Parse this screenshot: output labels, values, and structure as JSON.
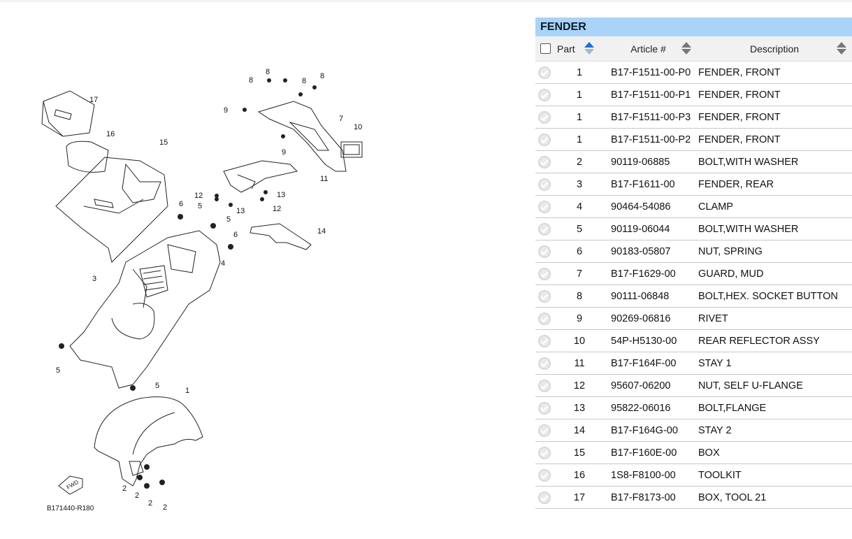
{
  "diagram": {
    "code": "B171440-R180",
    "fwd": "FWD",
    "callouts": [
      {
        "label": "1"
      },
      {
        "label": "2"
      },
      {
        "label": "2"
      },
      {
        "label": "2"
      },
      {
        "label": "2"
      },
      {
        "label": "3"
      },
      {
        "label": "4"
      },
      {
        "label": "5"
      },
      {
        "label": "5"
      },
      {
        "label": "5"
      },
      {
        "label": "5"
      },
      {
        "label": "6"
      },
      {
        "label": "6"
      },
      {
        "label": "7"
      },
      {
        "label": "8"
      },
      {
        "label": "8"
      },
      {
        "label": "8"
      },
      {
        "label": "8"
      },
      {
        "label": "9"
      },
      {
        "label": "9"
      },
      {
        "label": "10"
      },
      {
        "label": "11"
      },
      {
        "label": "12"
      },
      {
        "label": "12"
      },
      {
        "label": "13"
      },
      {
        "label": "13"
      },
      {
        "label": "14"
      },
      {
        "label": "15"
      },
      {
        "label": "16"
      },
      {
        "label": "17"
      }
    ]
  },
  "table": {
    "title": "FENDER",
    "columns": {
      "part": "Part",
      "article": "Article #",
      "description": "Description"
    },
    "rows": [
      {
        "no": "1",
        "article": "B17-F1511-00-P0",
        "desc": "FENDER, FRONT"
      },
      {
        "no": "1",
        "article": "B17-F1511-00-P1",
        "desc": "FENDER, FRONT"
      },
      {
        "no": "1",
        "article": "B17-F1511-00-P3",
        "desc": "FENDER, FRONT"
      },
      {
        "no": "1",
        "article": "B17-F1511-00-P2",
        "desc": "FENDER, FRONT"
      },
      {
        "no": "2",
        "article": "90119-06885",
        "desc": "BOLT,WITH WASHER"
      },
      {
        "no": "3",
        "article": "B17-F1611-00",
        "desc": "FENDER, REAR"
      },
      {
        "no": "4",
        "article": "90464-54086",
        "desc": "CLAMP"
      },
      {
        "no": "5",
        "article": "90119-06044",
        "desc": "BOLT,WITH WASHER"
      },
      {
        "no": "6",
        "article": "90183-05807",
        "desc": "NUT, SPRING"
      },
      {
        "no": "7",
        "article": "B17-F1629-00",
        "desc": "GUARD, MUD"
      },
      {
        "no": "8",
        "article": "90111-06848",
        "desc": "BOLT,HEX. SOCKET BUTTON"
      },
      {
        "no": "9",
        "article": "90269-06816",
        "desc": "RIVET"
      },
      {
        "no": "10",
        "article": "54P-H5130-00",
        "desc": "REAR REFLECTOR ASSY"
      },
      {
        "no": "11",
        "article": "B17-F164F-00",
        "desc": "STAY 1"
      },
      {
        "no": "12",
        "article": "95607-06200",
        "desc": "NUT, SELF U-FLANGE"
      },
      {
        "no": "13",
        "article": "95822-06016",
        "desc": "BOLT,FLANGE"
      },
      {
        "no": "14",
        "article": "B17-F164G-00",
        "desc": "STAY 2"
      },
      {
        "no": "15",
        "article": "B17-F160E-00",
        "desc": "BOX"
      },
      {
        "no": "16",
        "article": "1S8-F8100-00",
        "desc": "TOOLKIT"
      },
      {
        "no": "17",
        "article": "B17-F8173-00",
        "desc": "BOX, TOOL 21"
      }
    ]
  },
  "icons": {
    "row": "check-circle-icon",
    "sort": "sort-arrows-icon"
  },
  "colors": {
    "title_bar": "#a9d3f7",
    "sort_active": "#1a6fd1",
    "sort_idle": "#777777",
    "check_icon": "#c8c8c8"
  }
}
